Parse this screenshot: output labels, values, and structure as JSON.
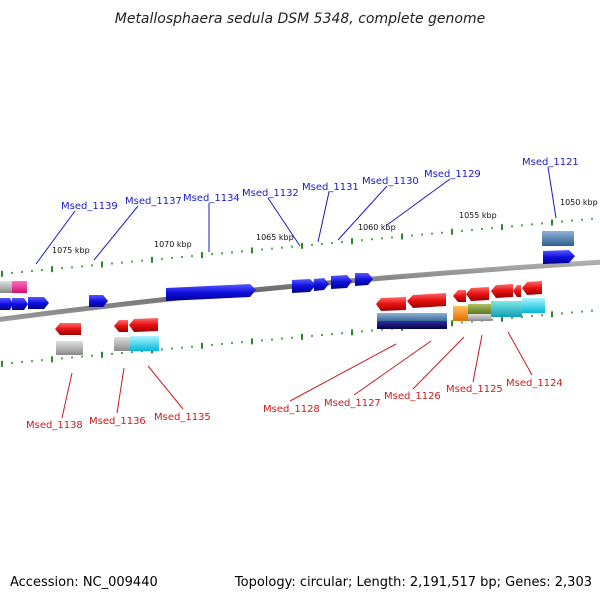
{
  "title": "Metallosphaera sedula DSM 5348, complete genome",
  "footer": {
    "accession": "Accession: NC_009440",
    "topology": "Topology: circular; Length: 2,191,517 bp; Genes: 2,303"
  },
  "scale_labels": [
    "1075 kbp",
    "1070 kbp",
    "1065 kbp",
    "1060 kbp",
    "1055 kbp",
    "1050 kbp"
  ],
  "top_gene_labels": [
    "Msed_1139",
    "Msed_1137",
    "Msed_1134",
    "Msed_1132",
    "Msed_1131",
    "Msed_1130",
    "Msed_1129",
    "Msed_1121"
  ],
  "bottom_gene_labels": [
    "Msed_1138",
    "Msed_1136",
    "Msed_1135",
    "Msed_1128",
    "Msed_1127",
    "Msed_1126",
    "Msed_1125",
    "Msed_1124"
  ],
  "colors": {
    "forward_gene": "#1010e0",
    "reverse_gene": "#e01010",
    "label_forward": "#1a1ac8",
    "label_reverse": "#cc1a1a",
    "backbone": "#777777",
    "tick": "#2a8a2a"
  }
}
